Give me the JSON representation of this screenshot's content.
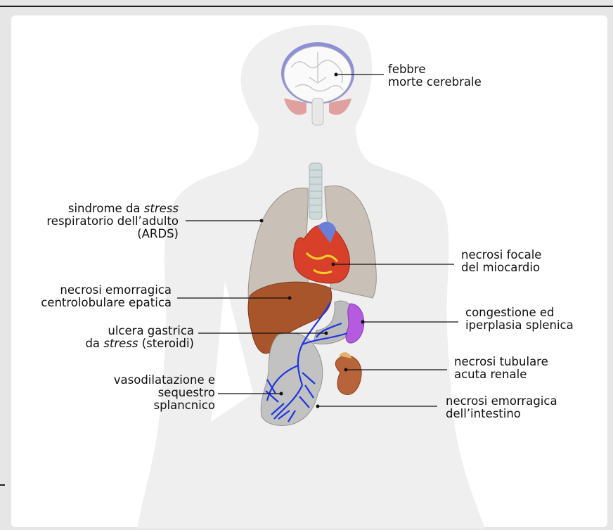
{
  "labels": {
    "brain": {
      "line1": "febbre",
      "line2": "morte cerebrale"
    },
    "ards": {
      "line1_a": "sindrome da ",
      "line1_b": "stress",
      "line2": "respiratorio dell’adulto",
      "line3": "(ARDS)"
    },
    "heart": {
      "line1": "necrosi focale",
      "line2": "del miocardio"
    },
    "liver": {
      "line1": "necrosi emorragica",
      "line2": "centrolobulare epatica"
    },
    "spleen": {
      "line1": "congestione ed",
      "line2": "iperplasia splenica"
    },
    "stomach": {
      "line1": "ulcera gastrica",
      "line2_a": "da ",
      "line2_b": "stress",
      "line2_c": " (steroidi)"
    },
    "kidney": {
      "line1": "necrosi tubulare",
      "line2": "acuta renale"
    },
    "splanchnic": {
      "line1": "vasodilatazione e",
      "line2": "sequestro",
      "line3": "splancnico"
    },
    "intestine": {
      "line1": "necrosi emorragica",
      "line2": "dell’intestino"
    }
  },
  "colors": {
    "body": "#efefef",
    "lungs": "#c9c0b8",
    "liver": "#a9552c",
    "heart": "#d8402a",
    "spleen": "#b45be0",
    "kidney": "#b8643a",
    "vessels": "#1f35e0",
    "intestine": "#c2c2c2"
  }
}
